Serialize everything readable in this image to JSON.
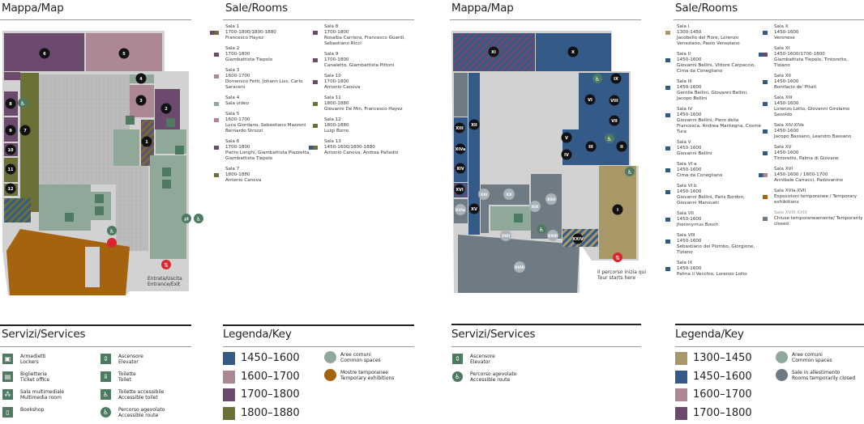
{
  "colors": {
    "c1300": "#a89868",
    "c1450": "#345a88",
    "c1600": "#ad8794",
    "c1700": "#6b4a6e",
    "c1800": "#6b7036",
    "common": "#8fa89a",
    "temp": "#a5620f",
    "closed": "#6e7b84",
    "service": "#4e7a62",
    "exit": "#d8262f"
  },
  "left": {
    "map_title": "Mappa/Map",
    "rooms_title": "Sale/Rooms",
    "map_labels": [
      "1",
      "2",
      "3",
      "4",
      "5",
      "6",
      "7",
      "8",
      "9",
      "10",
      "11",
      "12"
    ],
    "entrance": [
      "Entrata/Uscita",
      "Entrance/Exit"
    ],
    "rooms": [
      {
        "name": "Sala 1",
        "period": "1700-1800/1800-1880",
        "artists": "Francesco Hayez"
      },
      {
        "name": "Sala 2",
        "period": "1700-1800",
        "artists": "Giambattista Tiepolo"
      },
      {
        "name": "Sala 3",
        "period": "1600-1700",
        "artists": "Domenico Fetti, Johann Liss, Carlo Saraceni"
      },
      {
        "name": "Sala 4",
        "period": "Sala video",
        "artists": ""
      },
      {
        "name": "Sala 5",
        "period": "1600-1700",
        "artists": "Luca Giordano, Sebastiano Mazzoni Bernardo Strozzi"
      },
      {
        "name": "Sala 6",
        "period": "1700-1800",
        "artists": "Pietro Longhi, Giambattista Piazzetta, Giambattista Tiepolo"
      },
      {
        "name": "Sala 7",
        "period": "1800-1880",
        "artists": "Antonio Canova"
      },
      {
        "name": "Sala 8",
        "period": "1700-1800",
        "artists": "Rosalba Carriera, Francesco Guardi, Sebastiano Ricci"
      },
      {
        "name": "Sala 9",
        "period": "1700-1800",
        "artists": "Canaletto, Giambattista Pittoni"
      },
      {
        "name": "Sala 10",
        "period": "1700-1800",
        "artists": "Antonio Canova"
      },
      {
        "name": "Sala 11",
        "period": "1800-1880",
        "artists": "Giovanni De Min, Francesco Hayez"
      },
      {
        "name": "Sala 12",
        "period": "1800-1880",
        "artists": "Luigi Borro"
      },
      {
        "name": "Sala 13",
        "period": "1450-1600/1800-1880",
        "artists": "Antonio Canova, Andrea Palladio"
      }
    ],
    "services_title": "Servizi/Services",
    "services": [
      {
        "it": "Armadietti",
        "en": "Lockers",
        "icon": "locker-icon"
      },
      {
        "it": "Biglietteria",
        "en": "Ticket office",
        "icon": "ticket-icon"
      },
      {
        "it": "Sala multimediale",
        "en": "Multimedia room",
        "icon": "multimedia-icon"
      },
      {
        "it": "Bookshop",
        "en": "",
        "icon": "book-icon"
      },
      {
        "it": "Ascensore",
        "en": "Elevator",
        "icon": "elevator-icon"
      },
      {
        "it": "Toilette",
        "en": "Toilet",
        "icon": "toilet-icon"
      },
      {
        "it": "Toilette accessibile",
        "en": "Accessible toilet",
        "icon": "accessible-toilet-icon"
      },
      {
        "it": "Percorso agevolato",
        "en": "Accessible route",
        "icon": "wheelchair-icon"
      }
    ],
    "key_title": "Legenda/Key",
    "key": [
      "1450–1600",
      "1600–1700",
      "1700–1800",
      "1800–1880"
    ],
    "key_circles": [
      {
        "it": "Aree comuni",
        "en": "Common spaces"
      },
      {
        "it": "Mostre temporanee",
        "en": "Temporary exhibitions"
      }
    ]
  },
  "right": {
    "map_title": "Mappa/Map",
    "rooms_title": "Sale/Rooms",
    "map_labels": [
      "I",
      "II",
      "III",
      "IV",
      "V",
      "VI",
      "VII",
      "VIII",
      "IX",
      "X",
      "XI",
      "XII",
      "XIII",
      "XIVa",
      "XIV",
      "XVI",
      "XV"
    ],
    "closed_labels": [
      "XVIa",
      "XXI",
      "XX",
      "XXII",
      "XIX",
      "XVII",
      "XXIII",
      "XVIII"
    ],
    "hatched_label": "XXIV",
    "tour_start": [
      "Il percorso inizia qui",
      "Tour starts here"
    ],
    "rooms": [
      {
        "name": "Sala I",
        "period": "1300-1450",
        "artists": "Jacobello del Fiore, Lorenzo Veneziano, Paolo Veneziano"
      },
      {
        "name": "Sala II",
        "period": "1450-1600",
        "artists": "Giovanni Bellini, Vittore Carpaccio, Cima da Conegliano"
      },
      {
        "name": "Sala III",
        "period": "1450-1600",
        "artists": "Gentile Bellini, Giovanni Bellini, Jacopo Bellini"
      },
      {
        "name": "Sala IV",
        "period": "1450-1600",
        "artists": "Giovanni Bellini, Piero della Francesca, Andrea Mantegna, Cosmè Tura"
      },
      {
        "name": "Sala V",
        "period": "1450-1600",
        "artists": "Giovanni Bellini"
      },
      {
        "name": "Sala VI a",
        "period": "1450-1600",
        "artists": "Cima da Conegliano"
      },
      {
        "name": "Sala VI b",
        "period": "1450-1600",
        "artists": "Giovanni Bellini, Paris Bordon, Giovanni Mansueti"
      },
      {
        "name": "Sala VII",
        "period": "1450-1600",
        "artists": "Jheronymus Bosch"
      },
      {
        "name": "Sala VIII",
        "period": "1450-1600",
        "artists": "Sebastiano del Piombo, Giorgione, Tiziano"
      },
      {
        "name": "Sala IX",
        "period": "1450-1600",
        "artists": "Palma il Vecchio, Lorenzo Lotto"
      },
      {
        "name": "Sala X",
        "period": "1450-1600",
        "artists": "Veronese"
      },
      {
        "name": "Sala XI",
        "period": "1450-1600/1700-1800",
        "artists": "Giambattista Tiepolo, Tintoretto, Tiziano"
      },
      {
        "name": "Sala XII",
        "period": "1450-1600",
        "artists": "Bonifacio de' Pitati"
      },
      {
        "name": "Sala XIII",
        "period": "1450-1600",
        "artists": "Lorenzo Lotto, Giovanni Girolamo Savoldo"
      },
      {
        "name": "Sala XIV-XIVa",
        "period": "1450-1600",
        "artists": "Jacopo Bassano, Leandro Bassano"
      },
      {
        "name": "Sala XV",
        "period": "1450-1600",
        "artists": "Tintoretto, Palma di Giovane"
      },
      {
        "name": "Sala XVI",
        "period": "1450-1600 / 1600-1700",
        "artists": "Annibale Carracci, Padovanino"
      },
      {
        "name": "Sala XVIa-XVII",
        "period": "Esposizioni temporanee / Temporary exhibitions",
        "artists": ""
      },
      {
        "name": "Sale XVIII-XXIII",
        "period": "Chiuse temporaneamente/ Temporarily closed",
        "artists": ""
      }
    ],
    "services_title": "Servizi/Services",
    "services": [
      {
        "it": "Ascensore",
        "en": "Elevator",
        "icon": "elevator-icon"
      },
      {
        "it": "Percorso agevolato",
        "en": "Accessible route",
        "icon": "wheelchair-icon"
      }
    ],
    "key_title": "Legenda/Key",
    "key": [
      "1300–1450",
      "1450–1600",
      "1600–1700",
      "1700–1800"
    ],
    "key_circles": [
      {
        "it": "Aree comuni",
        "en": "Common spaces"
      },
      {
        "it": "Sale in allestimento",
        "en": "Rooms temporarily closed"
      }
    ]
  }
}
